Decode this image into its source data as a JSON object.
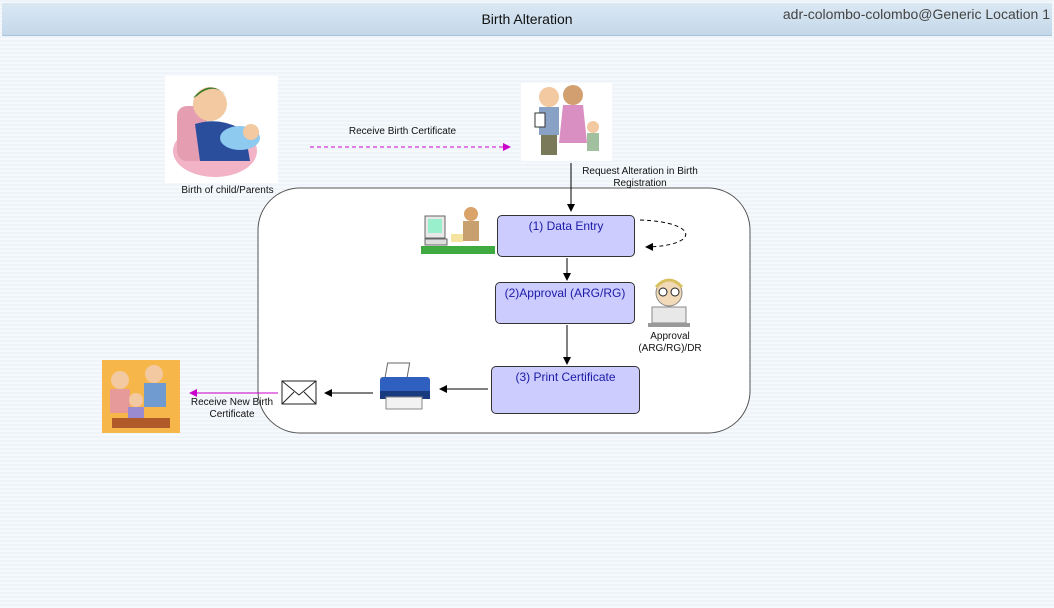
{
  "header": {
    "title": "Birth Alteration",
    "user": "adr-colombo-colombo@Generic Location 1"
  },
  "flow": {
    "parents_label": "Birth of child/Parents",
    "receive_cert_label": "Receive Birth Certificate",
    "request_label": "Request Alteration in Birth Registration",
    "step1": "(1) Data Entry",
    "step2": "(2)Approval (ARG/RG)",
    "step3": "(3) Print Certificate",
    "approver_label": "Approval (ARG/RG)/DR",
    "receive_new_label": "Receive New Birth Certificate"
  },
  "colors": {
    "box_fill": "#ccccff",
    "box_text": "#1a1aa6",
    "pink_arrow": "#cc00cc"
  }
}
